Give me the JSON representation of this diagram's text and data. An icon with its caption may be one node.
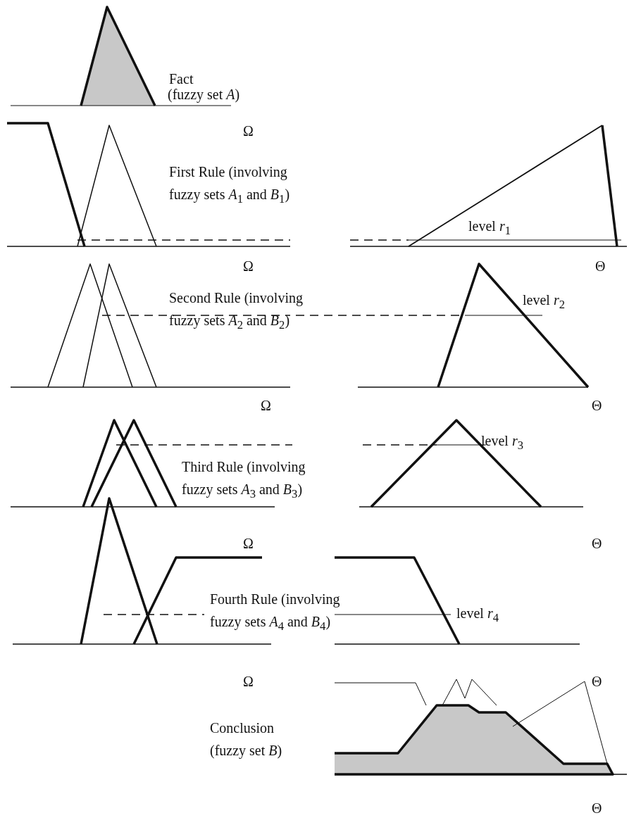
{
  "diagram": {
    "labels": [
      "Fact",
      "(fuzzy set *A*)",
      "Ω",
      "First Rule (involving fuzzy sets *A*$_{1}$ and *B*$_{1}$)",
      "level *r*$_{1}$",
      "Ω",
      "Θ",
      "Second Rule (involving fuzzy sets *A*$_{2}$ and *B*$_{2}$)",
      "level *r*$_{2}$",
      "Ω",
      "Θ",
      "level *r*$_{3}$",
      "Third Rule (involving fuzzy sets *A*$_{3}$ and *B*$_{3}$)",
      "Ω",
      "Θ",
      "Fourth Rule (involving fuzzy sets *A*$_{4}$ and *B*$_{4}$)",
      "level *r*$_{4}$",
      "Ω",
      "Θ",
      "Conclusion (fuzzy set *B*)",
      "Θ"
    ]
  }
}
